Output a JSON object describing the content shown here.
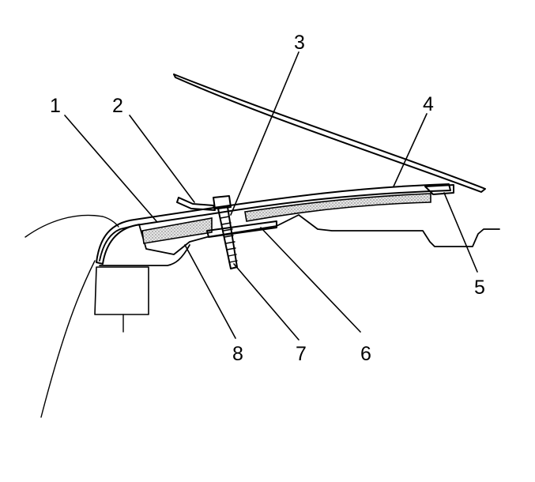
{
  "callouts": [
    {
      "id": "1",
      "label": "1"
    },
    {
      "id": "2",
      "label": "2"
    },
    {
      "id": "3",
      "label": "3"
    },
    {
      "id": "4",
      "label": "4"
    },
    {
      "id": "5",
      "label": "5"
    },
    {
      "id": "6",
      "label": "6"
    },
    {
      "id": "7",
      "label": "7"
    },
    {
      "id": "8",
      "label": "8"
    }
  ],
  "colors": {
    "line": "#000000",
    "stipple_fill": "#cfcfcf",
    "background": "#ffffff"
  }
}
